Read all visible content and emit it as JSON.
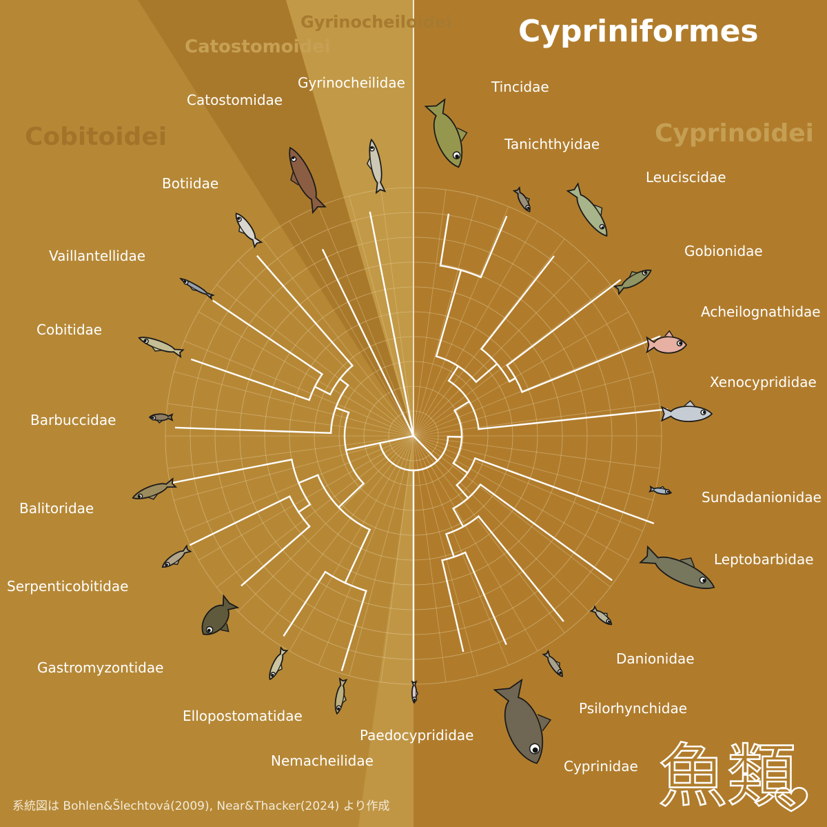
{
  "title": "Cypriniformes",
  "suborders": {
    "cyprinoidei": "Cyprinoidei",
    "cobitoidei": "Cobitoidei",
    "catostomoidei": "Catostomoidei",
    "gyrinocheiloidei": "Gyrinocheiloidei"
  },
  "families": {
    "tincidae": "Tincidae",
    "tanichthyidae": "Tanichthyidae",
    "leuciscidae": "Leuciscidae",
    "gobionidae": "Gobionidae",
    "acheilognathidae": "Acheilognathidae",
    "xenocyprididae": "Xenocyprididae",
    "sundadanionidae": "Sundadanionidae",
    "leptobarbidae": "Leptobarbidae",
    "danionidae": "Danionidae",
    "psilorhynchidae": "Psilorhynchidae",
    "cyprinidae": "Cyprinidae",
    "paedocyprididae": "Paedocyprididae",
    "nemacheilidae": "Nemacheilidae",
    "ellopostomatidae": "Ellopostomatidae",
    "gastromyzontidae": "Gastromyzontidae",
    "serpenticobitidae": "Serpenticobitidae",
    "balitoridae": "Balitoridae",
    "barbuccidae": "Barbuccidae",
    "cobitidae": "Cobitidae",
    "vaillantellidae": "Vaillantellidae",
    "botiidae": "Botiidae",
    "catostomidae": "Catostomidae",
    "gyrinocheilidae": "Gyrinocheilidae"
  },
  "credit": "系統図は Bohlen&Šlechtová(2009), Near&Thacker(2024) より作成",
  "logo_text": "魚類",
  "colors": {
    "bg_left": "#b78a37",
    "bg_right": "#b07c2c",
    "sector_light": "#c49a45",
    "sector_dark": "#a8782a",
    "branch": "#ffffff"
  }
}
